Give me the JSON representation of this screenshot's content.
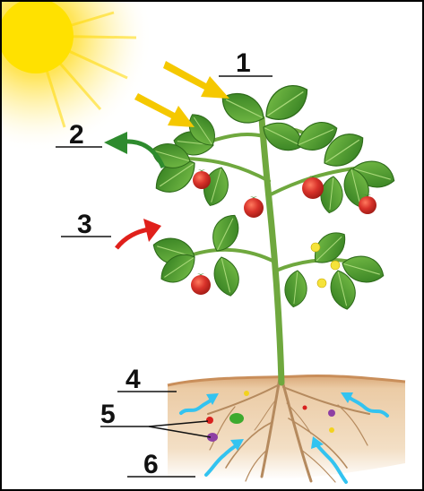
{
  "labels": [
    {
      "id": "1",
      "text": "1"
    },
    {
      "id": "2",
      "text": "2"
    },
    {
      "id": "3",
      "text": "3"
    },
    {
      "id": "4",
      "text": "4"
    },
    {
      "id": "5",
      "text": "5"
    },
    {
      "id": "6",
      "text": "6"
    }
  ],
  "colors": {
    "sunlight_arrows": "#F5C800",
    "oxygen_arrow": "#2E8B2E",
    "co2_arrow": "#E0201B",
    "water_arrows": "#33C3F0",
    "soil": "#E9C9A2",
    "leaf": "#4E9A2C",
    "tomato": "#D8322A",
    "sun": "#FFE44D"
  },
  "icons": [
    "sun-icon",
    "tomato-plant-icon",
    "soil-icon",
    "roots-icon",
    "mineral-particles-icon"
  ]
}
